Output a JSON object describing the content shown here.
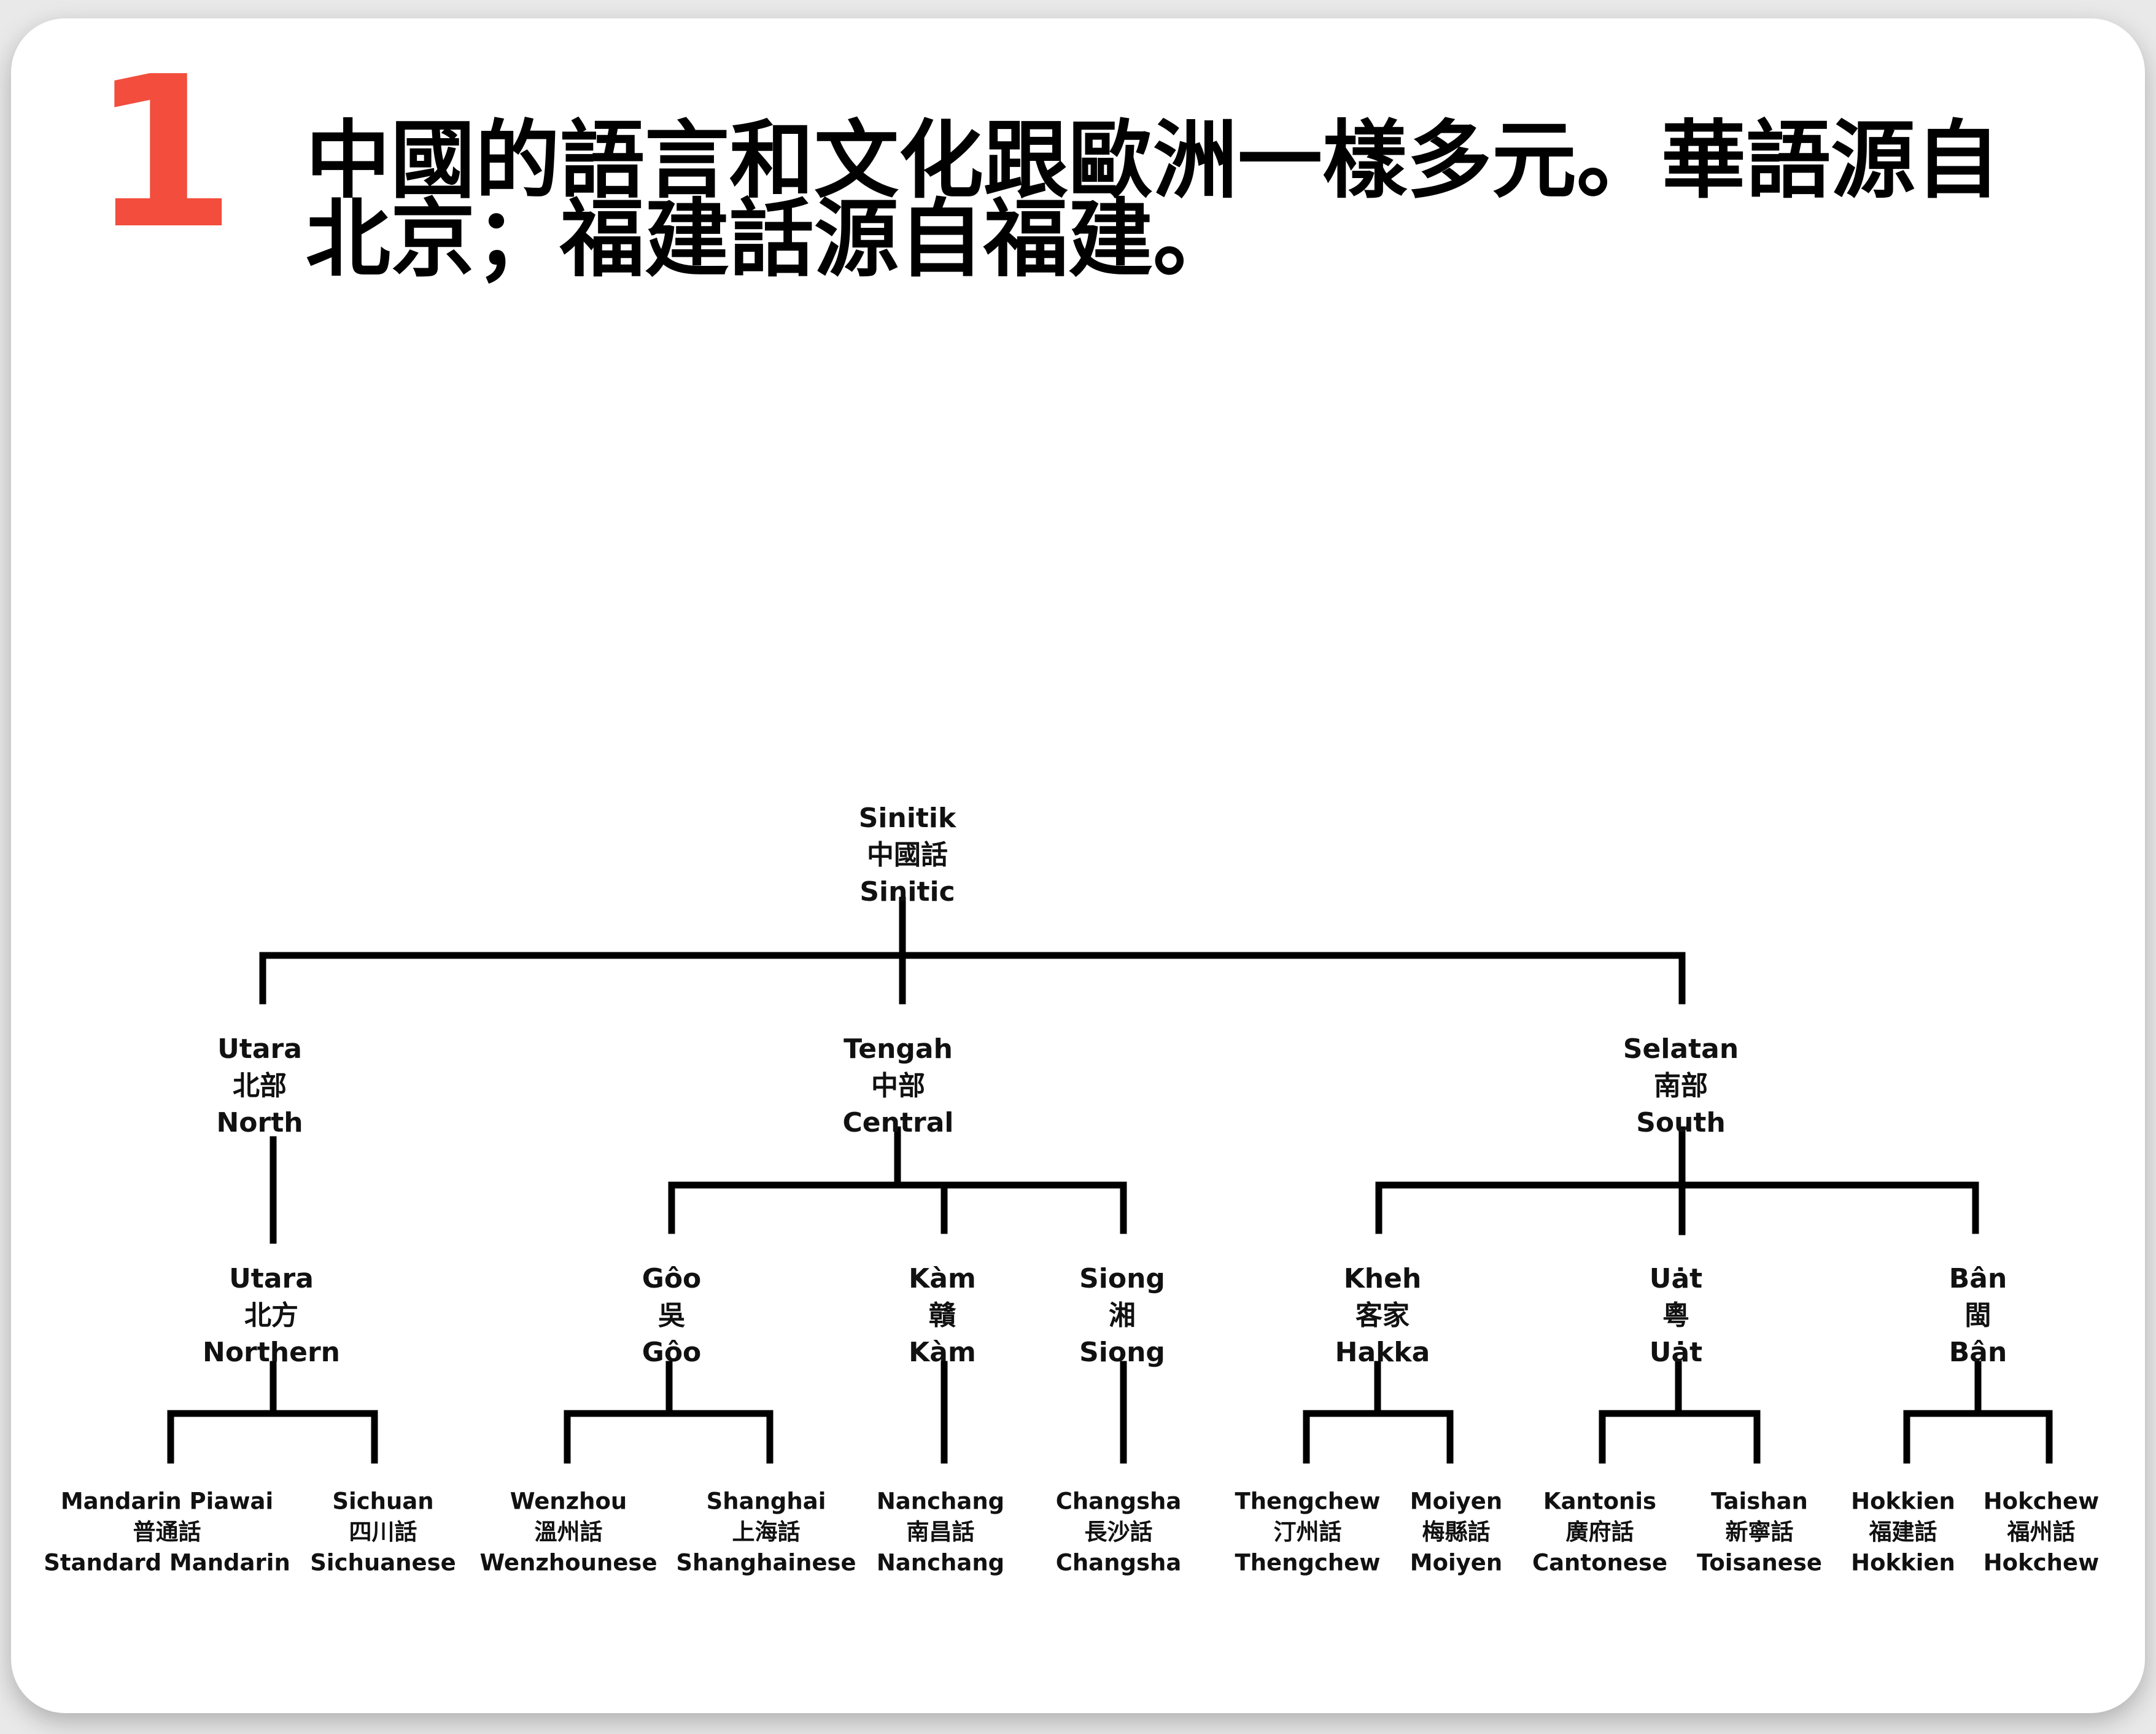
{
  "slide": {
    "number": "1",
    "headline": "中國的語言和文化跟歐洲一樣多元。華語源自北京；福建話源自福建。"
  },
  "colors": {
    "accent": "#f24d3d",
    "text": "#111111",
    "lines": "#000000",
    "card_background": "#ffffff"
  },
  "tree": {
    "id": "root",
    "lines": [
      "Sinitik",
      "中國話",
      "Sinitic"
    ],
    "children": [
      {
        "id": "north",
        "lines": [
          "Utara",
          "北部",
          "North"
        ],
        "children": [
          {
            "id": "northern",
            "lines": [
              "Utara",
              "北方",
              "Northern"
            ],
            "children": [
              {
                "id": "mandarin",
                "lines": [
                  "Mandarin Piawai",
                  "普通話",
                  "Standard Mandarin"
                ]
              },
              {
                "id": "sichuan",
                "lines": [
                  "Sichuan",
                  "四川話",
                  "Sichuanese"
                ]
              }
            ]
          }
        ]
      },
      {
        "id": "central",
        "lines": [
          "Tengah",
          "中部",
          "Central"
        ],
        "children": [
          {
            "id": "goo",
            "lines": [
              "Gôo",
              "吳",
              "Gôo"
            ],
            "children": [
              {
                "id": "wenzhou",
                "lines": [
                  "Wenzhou",
                  "溫州話",
                  "Wenzhounese"
                ]
              },
              {
                "id": "shanghai",
                "lines": [
                  "Shanghai",
                  "上海話",
                  "Shanghainese"
                ]
              }
            ]
          },
          {
            "id": "kam",
            "lines": [
              "Kàm",
              "贛",
              "Kàm"
            ],
            "children": [
              {
                "id": "nanchang",
                "lines": [
                  "Nanchang",
                  "南昌話",
                  "Nanchang"
                ]
              }
            ]
          },
          {
            "id": "siong",
            "lines": [
              "Siong",
              "湘",
              "Siong"
            ],
            "children": [
              {
                "id": "changsha",
                "lines": [
                  "Changsha",
                  "長沙話",
                  "Changsha"
                ]
              }
            ]
          }
        ]
      },
      {
        "id": "south",
        "lines": [
          "Selatan",
          "南部",
          "South"
        ],
        "children": [
          {
            "id": "kheh",
            "lines": [
              "Kheh",
              "客家",
              "Hakka"
            ],
            "children": [
              {
                "id": "thengchew",
                "lines": [
                  "Thengchew",
                  "汀州話",
                  "Thengchew"
                ]
              },
              {
                "id": "moiyen",
                "lines": [
                  "Moiyen",
                  "梅縣話",
                  "Moiyen"
                ]
              }
            ]
          },
          {
            "id": "uat",
            "lines": [
              "Uȧt",
              "粵",
              "Uȧt"
            ],
            "children": [
              {
                "id": "kantonis",
                "lines": [
                  "Kantonis",
                  "廣府話",
                  "Cantonese"
                ]
              },
              {
                "id": "taishan",
                "lines": [
                  "Taishan",
                  "新寧話",
                  "Toisanese"
                ]
              }
            ]
          },
          {
            "id": "ban",
            "lines": [
              "Bân",
              "閩",
              "Bân"
            ],
            "children": [
              {
                "id": "hokkien",
                "lines": [
                  "Hokkien",
                  "福建話",
                  "Hokkien"
                ]
              },
              {
                "id": "hokchew",
                "lines": [
                  "Hokchew",
                  "福州話",
                  "Hokchew"
                ]
              }
            ]
          }
        ]
      }
    ]
  }
}
